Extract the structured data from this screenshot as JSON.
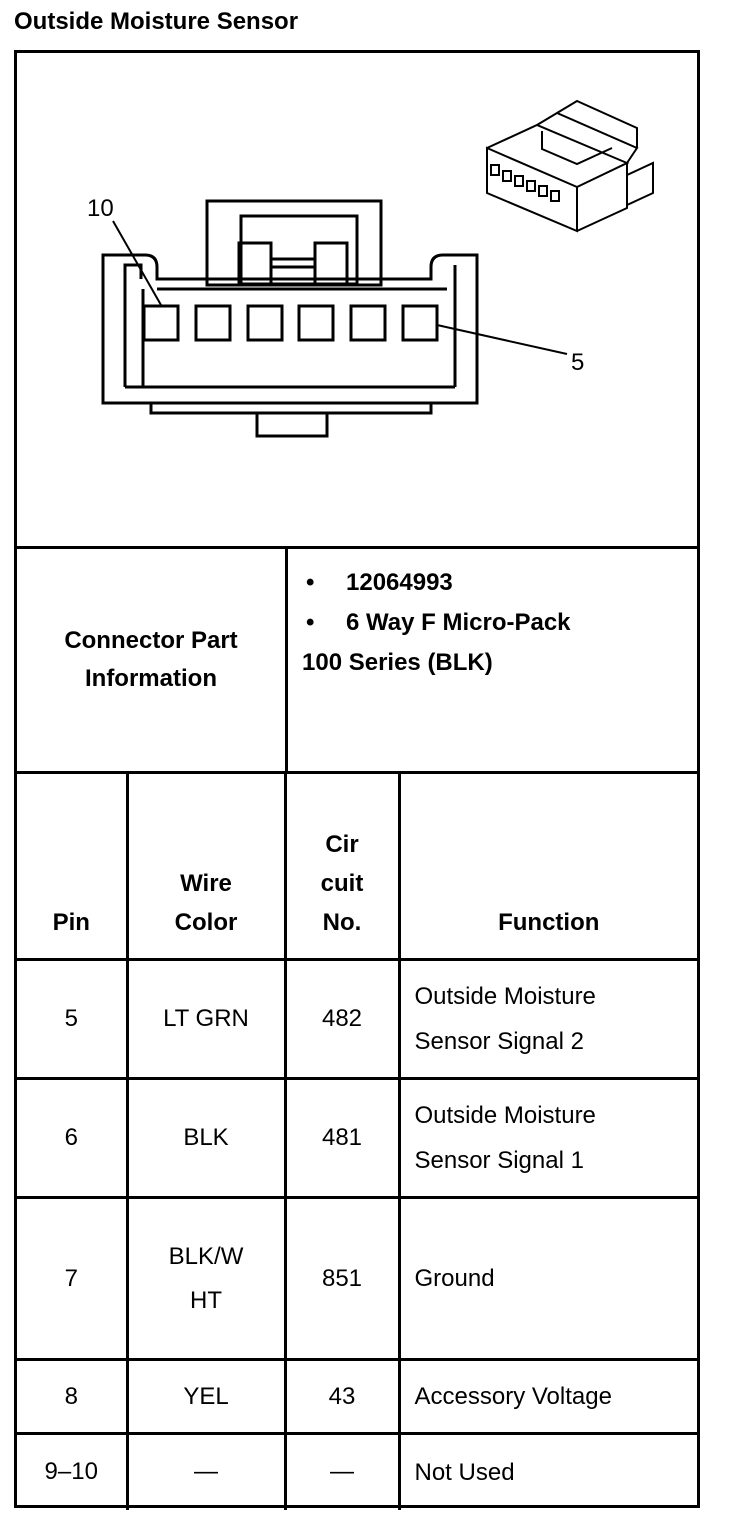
{
  "title": "Outside Moisture Sensor",
  "diagram": {
    "pin_label_left": "10",
    "pin_label_right": "5"
  },
  "connector_info": {
    "label_line1": "Connector Part",
    "label_line2": "Information",
    "bullets": [
      "12064993",
      "6 Way F Micro-Pack"
    ],
    "bullet_symbol": "•",
    "extra_line": "100 Series (BLK)"
  },
  "table": {
    "headers": {
      "pin": "Pin",
      "wire_color_1": "Wire",
      "wire_color_2": "Color",
      "circuit_1": "Cir",
      "circuit_2": "cuit",
      "circuit_3": "No.",
      "function": "Function"
    },
    "rows": [
      {
        "pin": "5",
        "color_1": "LT GRN",
        "color_2": "",
        "circuit": "482",
        "function_1": "Outside Moisture",
        "function_2": "Sensor Signal 2"
      },
      {
        "pin": "6",
        "color_1": "BLK",
        "color_2": "",
        "circuit": "481",
        "function_1": "Outside Moisture",
        "function_2": "Sensor Signal 1"
      },
      {
        "pin": "7",
        "color_1": "BLK/W",
        "color_2": "HT",
        "circuit": "851",
        "function_1": "Ground",
        "function_2": ""
      },
      {
        "pin": "8",
        "color_1": "YEL",
        "color_2": "",
        "circuit": "43",
        "function_1": "Accessory Voltage",
        "function_2": ""
      },
      {
        "pin": "9–10",
        "color_1": "—",
        "color_2": "",
        "circuit": "—",
        "function_1": "Not Used",
        "function_2": ""
      }
    ]
  }
}
